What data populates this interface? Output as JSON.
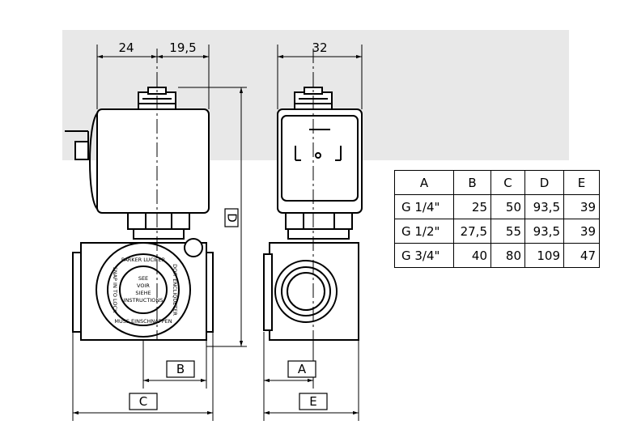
{
  "dims": {
    "top_left": "24",
    "top_mid": "19,5",
    "top_right": "32",
    "vertical": "D",
    "front_lower": "B",
    "front_bottom": "C",
    "side_lower": "A",
    "side_bottom": "E"
  },
  "coil_text": {
    "ring_top": "PARKER LUCIFER",
    "ring_bottom": "MUSS EINSCHNAPPEN",
    "ring_left": "SNAP IN TO LOCK",
    "ring_right": "DOIT ENCLIQUETER",
    "center_1": "SEE",
    "center_2": "VOIR",
    "center_3": "SIEHE",
    "center_4": "INSTRUCTIONS"
  },
  "table": {
    "headers": [
      "A",
      "B",
      "C",
      "D",
      "E"
    ],
    "rows": [
      [
        "G 1/4\"",
        "25",
        "50",
        "93,5",
        "39"
      ],
      [
        "G 1/2\"",
        "27,5",
        "55",
        "93,5",
        "39"
      ],
      [
        "G 3/4\"",
        "40",
        "80",
        "109",
        "47"
      ]
    ]
  },
  "colors": {
    "shade": "#e8e8e8",
    "line": "#000000"
  }
}
